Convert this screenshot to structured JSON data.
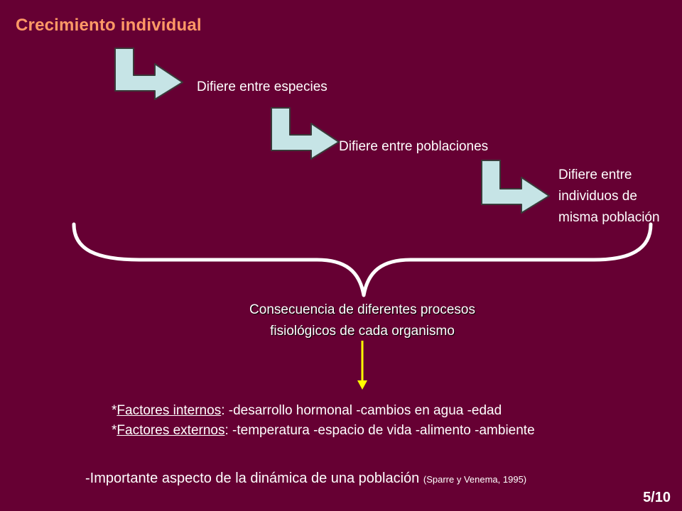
{
  "title": "Crecimiento individual",
  "steps": [
    "Difiere entre especies",
    "Difiere entre poblaciones",
    "Difiere entre individuos de misma población"
  ],
  "consequence": {
    "line1": "Consecuencia de diferentes procesos",
    "line2": "fisiológicos de cada organismo"
  },
  "factors": {
    "internal": {
      "prefix": "*",
      "label": "Factores internos",
      "items": ": -desarrollo hormonal -cambios en agua -edad"
    },
    "external": {
      "prefix": "*",
      "label": "Factores externos",
      "items": ": -temperatura -espacio de vida -alimento -ambiente"
    }
  },
  "note": {
    "text": "-Importante aspecto de la dinámica de una población",
    "citation": "(Sparre y Venema, 1995)"
  },
  "page_number": "5/10",
  "colors": {
    "background": "#660033",
    "title": "#ff9966",
    "bent_arrow_fill": "#c6e4e6",
    "down_arrow": "#ffff00",
    "text": "#ffffff"
  },
  "icons": [
    "bent-arrow-icon",
    "bent-arrow-icon",
    "bent-arrow-icon",
    "curly-brace",
    "down-arrow-icon"
  ]
}
